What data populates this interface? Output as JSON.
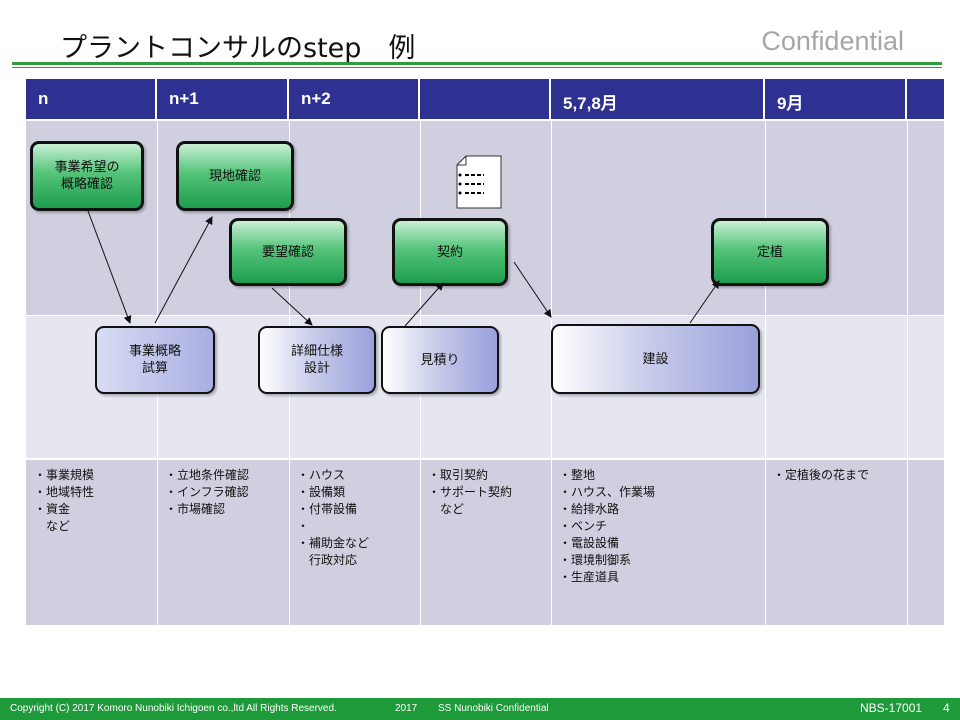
{
  "title": "プラントコンサルのstep　例",
  "confidential_mark": "Confidential",
  "columns": [
    "n",
    "n+1",
    "n+2",
    "",
    "5,7,8月",
    "9月",
    ""
  ],
  "steps_top": [
    {
      "label": "事業希望の\n概略確認"
    },
    {
      "label": "現地確認"
    },
    {
      "label": "要望確認"
    },
    {
      "label": "契約"
    },
    {
      "label": "定植"
    }
  ],
  "steps_bottom": [
    {
      "label": "事業概略\n試算"
    },
    {
      "label": "詳細仕様\n設計"
    },
    {
      "label": "見積り"
    },
    {
      "label": "建設"
    }
  ],
  "details": [
    "・事業規模\n・地域特性\n・資金\n　など",
    "・立地条件確認\n・インフラ確認\n・市場確認",
    "・ハウス\n・設備類\n・付帯設備\n・\n・補助金など\n　行政対応",
    "・取引契約\n・サポート契約\n　など",
    "・整地\n・ハウス、作業場\n・給排水路\n・ベンチ\n・電設設備\n・環境制御系\n・生産道具",
    "・定植後の花まで"
  ],
  "doc_icon": "document-icon",
  "footer": {
    "copyright": "Copyright (C) 2017 Komoro Nunobiki Ichigoen co.,ltd  All Rights Reserved.",
    "year": "2017",
    "confidential": "SS Nunobiki Confidential",
    "code": "NBS-17001",
    "page": "4"
  },
  "colors": {
    "header": "#2e3192",
    "accent": "#2e9e3a",
    "band_dark": "#cfcfe0",
    "band_light": "#e6e6f0"
  }
}
